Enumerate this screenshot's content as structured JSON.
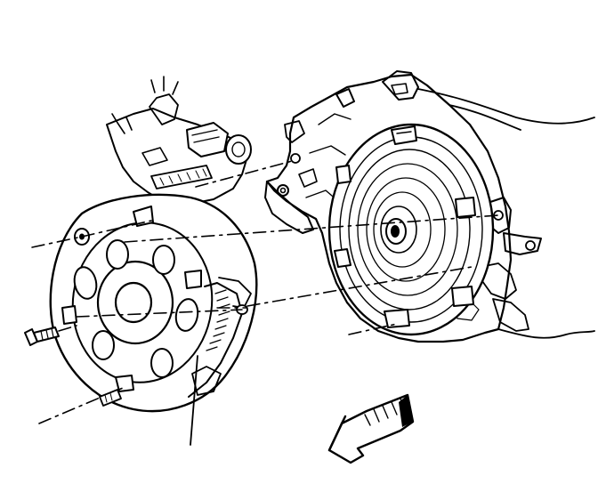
{
  "diagram": {
    "colors": {
      "ink": "#000000",
      "paper": "#ffffff"
    },
    "parts": [
      {
        "name": "torque-converter"
      },
      {
        "name": "transmission-housing"
      },
      {
        "name": "flexplate"
      },
      {
        "name": "engine-block-fragment"
      },
      {
        "name": "bolt"
      },
      {
        "name": "direction-arrow-icon"
      }
    ]
  }
}
